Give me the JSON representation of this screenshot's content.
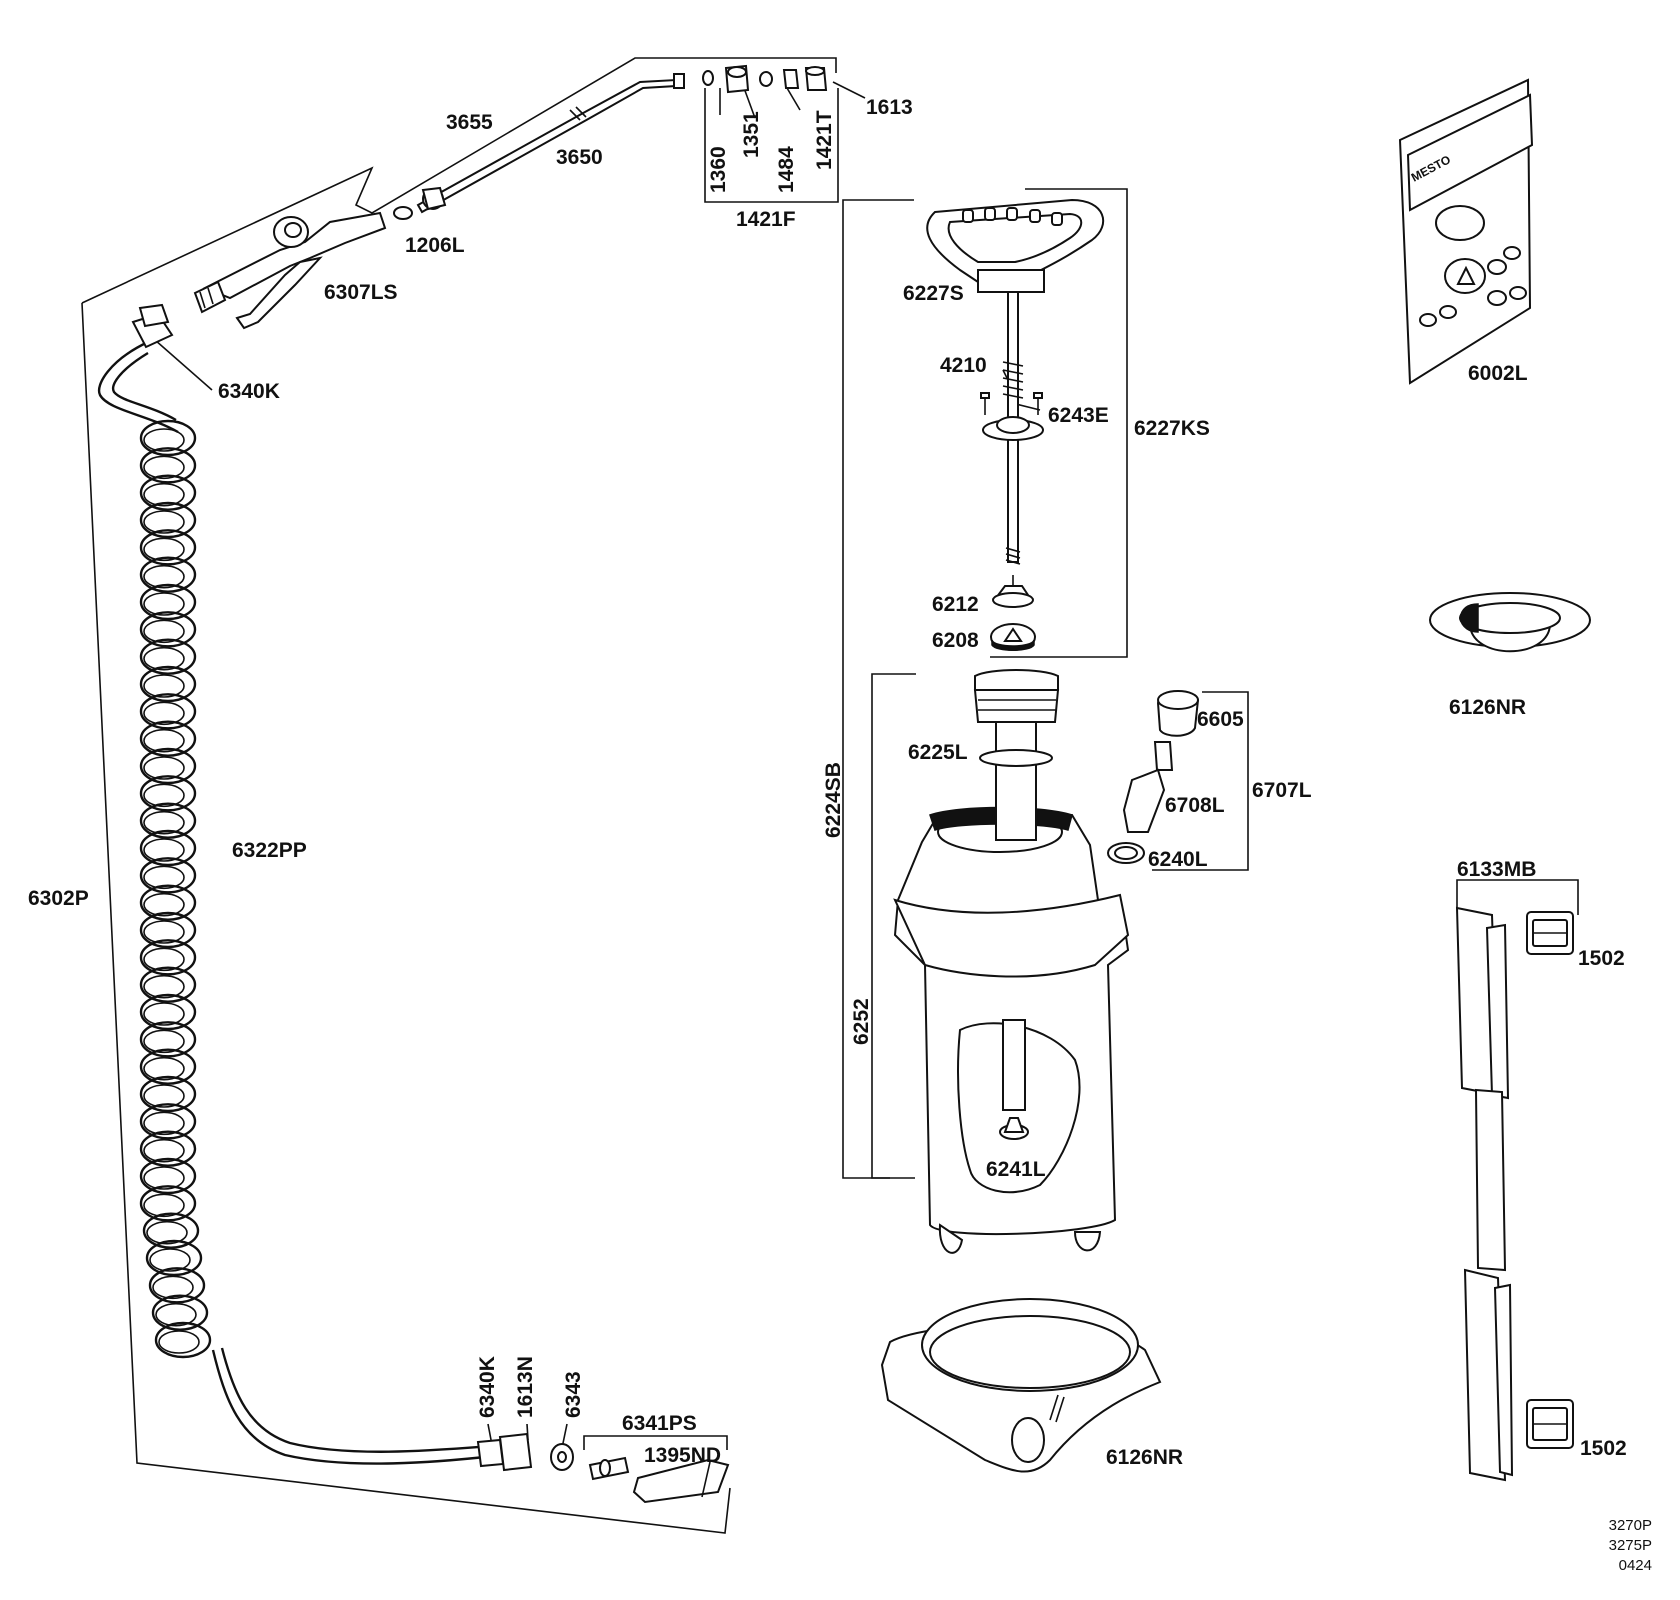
{
  "diagram": {
    "part_labels": {
      "p3655": "3655",
      "p3650": "3650",
      "p1360": "1360",
      "p1351": "1351",
      "p1484": "1484",
      "p1421T": "1421T",
      "p1613": "1613",
      "p1421F": "1421F",
      "p1206L": "1206L",
      "p6307LS": "6307LS",
      "p6340K_top": "6340K",
      "p6322PP": "6322PP",
      "p6302P": "6302P",
      "p6227S": "6227S",
      "p4210": "4210",
      "p6243E": "6243E",
      "p6227KS": "6227KS",
      "p6212": "6212",
      "p6208": "6208",
      "p6224SB": "6224SB",
      "p6225L": "6225L",
      "p6605": "6605",
      "p6708L": "6708L",
      "p6707L": "6707L",
      "p6240L": "6240L",
      "p6252": "6252",
      "p6241L": "6241L",
      "p6126NR_base": "6126NR",
      "p6002L": "6002L",
      "p6126NR_cap": "6126NR",
      "p6133MB": "6133MB",
      "p1502_top": "1502",
      "p1502_bottom": "1502",
      "p6340K_bottom": "6340K",
      "p1613N": "1613N",
      "p6343": "6343",
      "p6341PS": "6341PS",
      "p1395ND": "1395ND"
    },
    "brand_text": "MESTO",
    "model_codes": [
      "3270P",
      "3275P",
      "0424"
    ]
  }
}
